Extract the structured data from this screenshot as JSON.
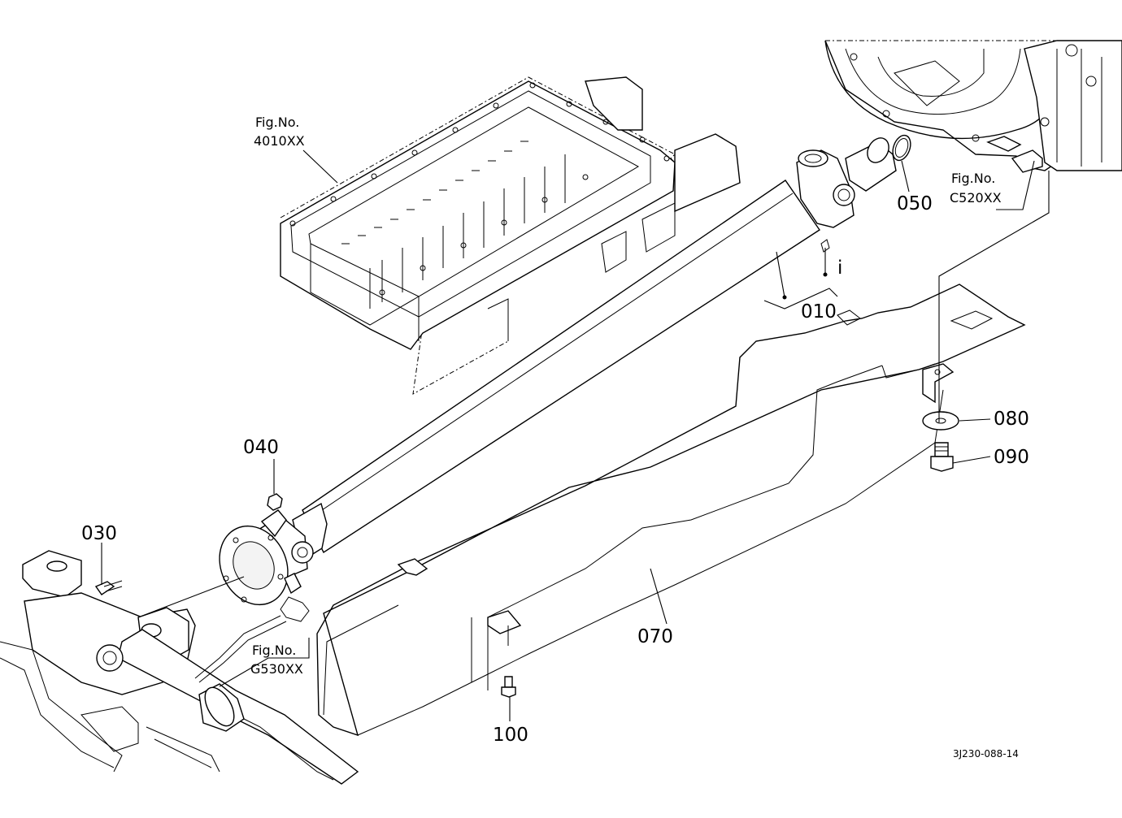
{
  "diagram": {
    "callouts": {
      "c010": "010",
      "c030": "030",
      "c040": "040",
      "c050": "050",
      "c070": "070",
      "c080": "080",
      "c090": "090",
      "c100": "100",
      "c010_sub": "i"
    },
    "figure_refs": {
      "oil_pan": {
        "label": "Fig.No.",
        "number": "4010XX"
      },
      "transmission": {
        "label": "Fig.No.",
        "number": "C520XX"
      },
      "front_axle": {
        "label": "Fig.No.",
        "number": "G530XX"
      }
    },
    "document_id": "3J230-088-14"
  }
}
